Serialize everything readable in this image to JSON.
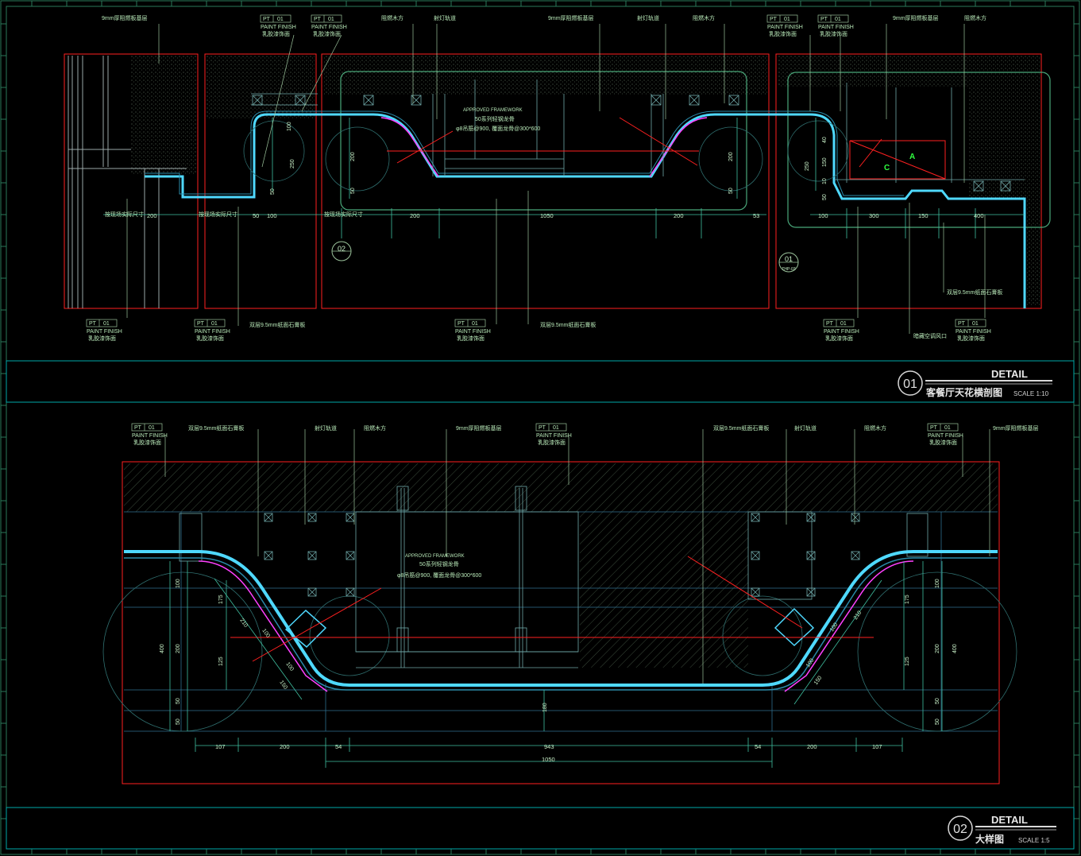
{
  "colors": {
    "background": "#000000",
    "frame": "#00a8a8",
    "section": "#ff2020",
    "panel": "#4fd9ff",
    "dim": "#3fbf9f",
    "text": "#c8f0c8",
    "leader": "#9cc49c",
    "highlight": "#ff40ff"
  },
  "detail1": {
    "number": "01",
    "heading": "DETAIL",
    "title": "客餐厅天花横剖图",
    "scale": "SCALE 1:10",
    "labels_top": [
      "9mm厚阻燃板基层",
      "PT",
      "01",
      "PAINT FINISH",
      "乳胶漆饰面",
      "阻燃木方",
      "射灯轨道",
      "9mm厚阻燃板基层",
      "射灯轨道",
      "阻燃木方",
      "9mm厚阻燃板基层",
      "阻燃木方"
    ],
    "framework": [
      "APPROVED FRAMEWORK",
      "50系列轻钢龙骨",
      "φ8吊筋@900, 覆面龙骨@300*600"
    ],
    "bottom_labels": [
      "PT 01",
      "PAINT FINISH",
      "乳胶漆饰面",
      "双层9.5mm纸面石膏板",
      "暗藏空调风口",
      "双层9.5mm纸面石膏板"
    ],
    "dims": [
      "200",
      "50",
      "100",
      "200",
      "1050",
      "200",
      "53",
      "100",
      "300",
      "150",
      "400",
      "100",
      "250",
      "200",
      "50",
      "50",
      "250",
      "150",
      "40",
      "10",
      "50"
    ],
    "tags": [
      "A",
      "C"
    ],
    "markers": [
      "02",
      "01",
      "THP-03"
    ],
    "side_notes": [
      "按现场实际尺寸",
      "按现场实际尺寸",
      "按现场实际尺寸"
    ]
  },
  "detail2": {
    "number": "02",
    "heading": "DETAIL",
    "title": "大样图",
    "scale": "SCALE 1:5",
    "labels_top": [
      "PT 01",
      "PAINT FINISH",
      "乳胶漆饰面",
      "双层9.5mm纸面石膏板",
      "射灯轨道",
      "阻燃木方",
      "9mm厚阻燃板基层",
      "PT 01",
      "PAINT FINISH",
      "乳胶漆饰面",
      "双层9.5mm纸面石膏板",
      "射灯轨道",
      "阻燃木方",
      "PT 01",
      "PAINT FINISH",
      "乳胶漆饰面",
      "9mm厚阻燃板基层"
    ],
    "framework": [
      "APPROVED FRAMEWORK",
      "50系列轻钢龙骨",
      "φ8吊筋@900, 覆面龙骨@300*600"
    ],
    "dims_bottom": [
      "107",
      "200",
      "54",
      "943",
      "54",
      "200",
      "107",
      "1050"
    ],
    "dims_side": [
      "100",
      "400",
      "200",
      "50",
      "50",
      "175",
      "125",
      "100",
      "400",
      "200",
      "50",
      "50",
      "175",
      "125",
      "210",
      "100",
      "100",
      "150",
      "180"
    ]
  }
}
